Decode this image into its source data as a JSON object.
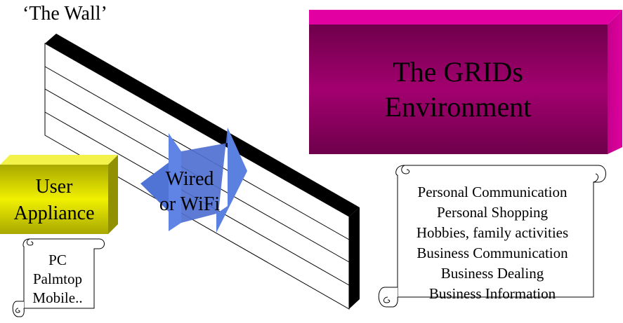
{
  "wall_label": "‘The Wall’",
  "grids": {
    "line1": "The GRIDs",
    "line2": "Environment"
  },
  "user_appliance": {
    "line1": "User",
    "line2": "Appliance"
  },
  "connection": {
    "line1": "Wired",
    "line2": "or WiFi"
  },
  "grid_services": [
    "Personal Communication",
    "Personal Shopping",
    "Hobbies, family activities",
    "Business Communication",
    "Business Dealing",
    "Business Information"
  ],
  "devices": [
    "PC",
    "Palmtop",
    "Mobile.."
  ],
  "colors": {
    "grids_box": "#a0006e",
    "user_box": "#c8c800",
    "arrow": "#4f74d6",
    "wall_top": "#000000"
  }
}
